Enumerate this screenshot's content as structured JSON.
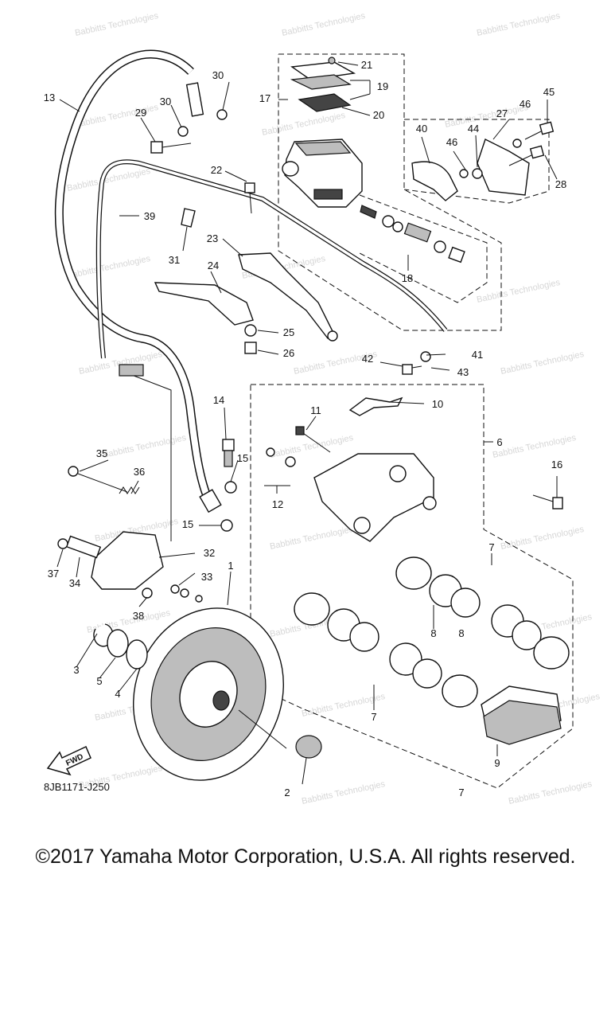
{
  "diagram": {
    "code": "8JB1171-J250",
    "fwd_label": "FWD",
    "watermark": "Babbitts Technologies",
    "callouts": [
      "1",
      "2",
      "3",
      "4",
      "5",
      "6",
      "7",
      "7",
      "7",
      "8",
      "8",
      "9",
      "10",
      "11",
      "12",
      "13",
      "14",
      "15",
      "15",
      "16",
      "17",
      "18",
      "19",
      "20",
      "21",
      "22",
      "23",
      "24",
      "25",
      "26",
      "27",
      "28",
      "29",
      "30",
      "30",
      "31",
      "32",
      "33",
      "34",
      "35",
      "36",
      "37",
      "38",
      "39",
      "40",
      "41",
      "42",
      "43",
      "44",
      "45",
      "46",
      "46"
    ]
  },
  "footer": {
    "copyright": "©2017 Yamaha Motor Corporation, U.S.A. All rights reserved."
  }
}
